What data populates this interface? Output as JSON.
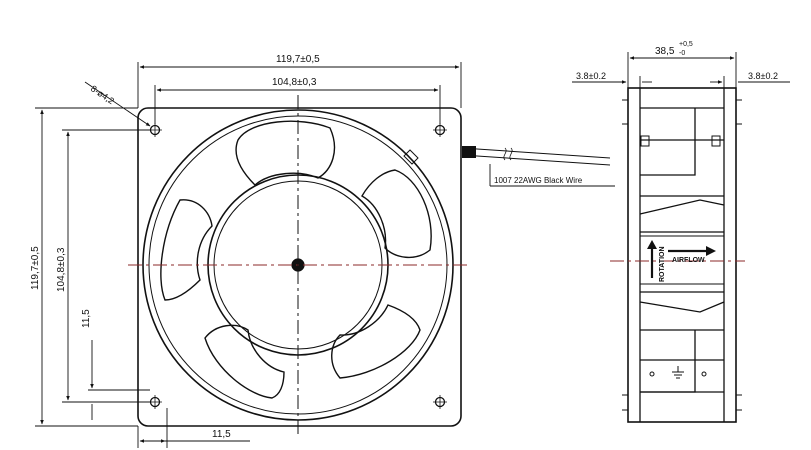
{
  "front_view": {
    "overall_width": "119,7±0,5",
    "hole_spacing_width": "104,8±0,3",
    "overall_height": "119,7±0,5",
    "hole_spacing_height": "104,8±0,3",
    "hole_edge_offset_vertical": "11,5",
    "hole_edge_offset_horizontal": "11,5",
    "mounting_hole_callout": "8-ø4,2",
    "wire_callout": "1007 22AWG Black Wire"
  },
  "side_view": {
    "depth_value": "38,5",
    "depth_tol_plus": "+0,5",
    "depth_tol_minus": "-0",
    "flange_left": "3.8±0.2",
    "flange_right": "3.8±0.2",
    "rotation_label": "ROTATION",
    "airflow_label": "AIRFLOW"
  },
  "colors": {
    "line": "#111111",
    "centerline": "#8b2a2a"
  }
}
